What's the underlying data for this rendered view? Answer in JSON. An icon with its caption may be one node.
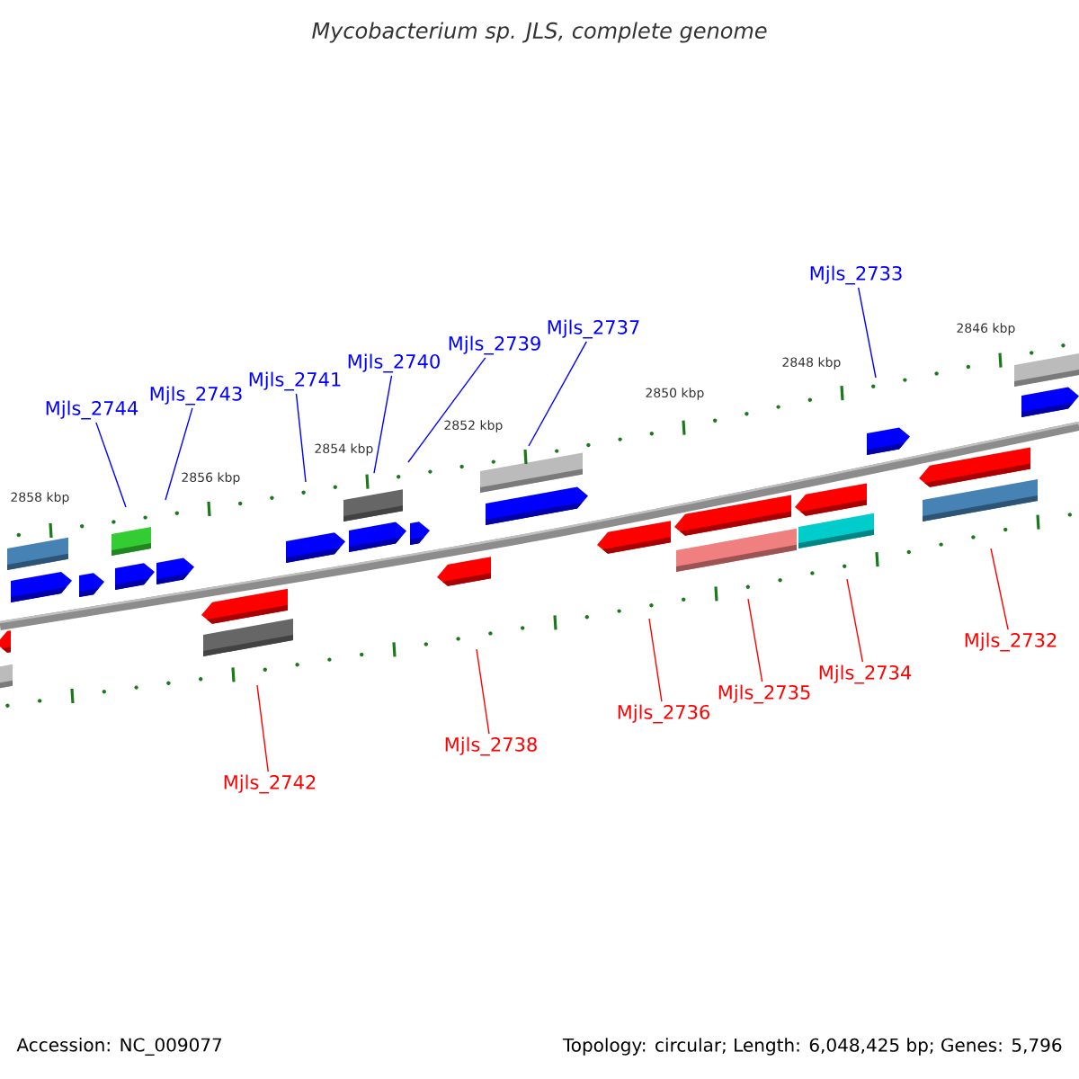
{
  "diagram": {
    "title": "Mycobacterium sp. JLS, complete genome",
    "nodes": [
      {
        "text": [
          "Mjls_2744"
        ]
      },
      {
        "text": [
          "Mjls_2743"
        ]
      },
      {
        "text": [
          "Mjls_2741"
        ]
      },
      {
        "text": [
          "Mjls_2740"
        ]
      },
      {
        "text": [
          "Mjls_2739"
        ]
      },
      {
        "text": [
          "Mjls_2737"
        ]
      },
      {
        "text": [
          "Mjls_2733"
        ]
      },
      {
        "text": [
          "Mjls_2742"
        ]
      },
      {
        "text": [
          "Mjls_2738"
        ]
      },
      {
        "text": [
          "Mjls_2736"
        ]
      },
      {
        "text": [
          "Mjls_2735"
        ]
      },
      {
        "text": [
          "Mjls_2734"
        ]
      },
      {
        "text": [
          "Mjls_2732"
        ]
      }
    ],
    "edges": [
      {
        "from": 0,
        "to": null,
        "arrow": "none",
        "color": "#0000ff"
      },
      {
        "from": 1,
        "to": null,
        "arrow": "none",
        "color": "#0000ff"
      },
      {
        "from": 2,
        "to": null,
        "arrow": "none",
        "color": "#0000ff"
      },
      {
        "from": 3,
        "to": null,
        "arrow": "none",
        "color": "#0000ff"
      },
      {
        "from": 4,
        "to": null,
        "arrow": "none",
        "color": "#0000ff"
      },
      {
        "from": 5,
        "to": null,
        "arrow": "none",
        "color": "#0000ff"
      },
      {
        "from": 6,
        "to": null,
        "arrow": "none",
        "color": "#0000ff"
      },
      {
        "from": 7,
        "to": null,
        "arrow": "none",
        "color": "#ff0000"
      },
      {
        "from": 8,
        "to": null,
        "arrow": "none",
        "color": "#ff0000"
      },
      {
        "from": 9,
        "to": null,
        "arrow": "none",
        "color": "#ff0000"
      },
      {
        "from": 10,
        "to": null,
        "arrow": "none",
        "color": "#ff0000"
      },
      {
        "from": 11,
        "to": null,
        "arrow": "none",
        "color": "#ff0000"
      },
      {
        "from": 12,
        "to": null,
        "arrow": "none",
        "color": "#ff0000"
      }
    ],
    "labels": [
      "2858 kbp",
      "2856 kbp",
      "2854 kbp",
      "2852 kbp",
      "2850 kbp",
      "2848 kbp",
      "2846 kbp",
      "Accession: NC_009077",
      "Topology: circular; Length: 6,048,425 bp; Genes: 5,796"
    ]
  }
}
